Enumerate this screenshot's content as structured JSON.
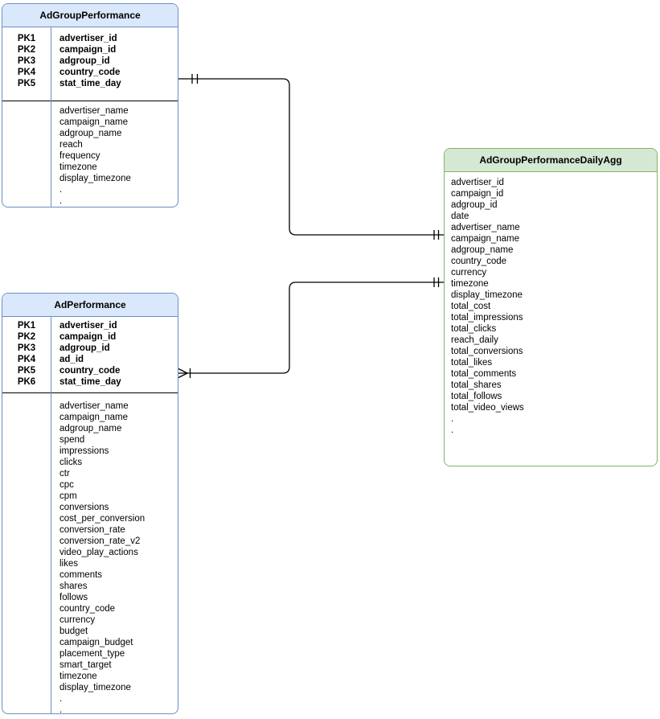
{
  "diagram": {
    "type": "entity-relationship",
    "connector_color": "#000000",
    "tables": [
      {
        "title": "AdGroupPerformance",
        "colors": {
          "border": "#6c8ebf",
          "header_fill": "#dae8fc"
        },
        "primary_keys": [
          {
            "key": "PK1",
            "name": "advertiser_id"
          },
          {
            "key": "PK2",
            "name": "campaign_id"
          },
          {
            "key": "PK3",
            "name": "adgroup_id"
          },
          {
            "key": "PK4",
            "name": "country_code"
          },
          {
            "key": "PK5",
            "name": "stat_time_day"
          }
        ],
        "fields": [
          "advertiser_name",
          "campaign_name",
          "adgroup_name",
          "reach",
          "frequency",
          "timezone",
          "display_timezone",
          ".",
          "."
        ]
      },
      {
        "title": "AdPerformance",
        "colors": {
          "border": "#6c8ebf",
          "header_fill": "#dae8fc"
        },
        "primary_keys": [
          {
            "key": "PK1",
            "name": "advertiser_id"
          },
          {
            "key": "PK2",
            "name": "campaign_id"
          },
          {
            "key": "PK3",
            "name": "adgroup_id"
          },
          {
            "key": "PK4",
            "name": "ad_id"
          },
          {
            "key": "PK5",
            "name": "country_code"
          },
          {
            "key": "PK6",
            "name": "stat_time_day"
          }
        ],
        "fields": [
          "advertiser_name",
          "campaign_name",
          "adgroup_name",
          "spend",
          "impressions",
          "clicks",
          "ctr",
          "cpc",
          "cpm",
          "conversions",
          "cost_per_conversion",
          "conversion_rate",
          "conversion_rate_v2",
          "video_play_actions",
          "likes",
          "comments",
          "shares",
          "follows",
          "country_code",
          "currency",
          "budget",
          "campaign_budget",
          "placement_type",
          "smart_target",
          "timezone",
          "display_timezone",
          ".",
          "."
        ]
      },
      {
        "title": "AdGroupPerformanceDailyAgg",
        "colors": {
          "border": "#82b366",
          "header_fill": "#d5e8d4"
        },
        "primary_keys": [],
        "fields": [
          "advertiser_id",
          "campaign_id",
          "adgroup_id",
          "date",
          "advertiser_name",
          "campaign_name",
          "adgroup_name",
          "country_code",
          "currency",
          "timezone",
          "display_timezone",
          "total_cost",
          "total_impressions",
          "total_clicks",
          "reach_daily",
          "total_conversions",
          "total_likes",
          "total_comments",
          "total_shares",
          "total_follows",
          "total_video_views",
          ".",
          "."
        ]
      }
    ],
    "relationships": [
      {
        "from": "AdGroupPerformance",
        "to": "AdGroupPerformanceDailyAgg",
        "from_cardinality": "one and only one",
        "to_cardinality": "one and only one"
      },
      {
        "from": "AdPerformance",
        "to": "AdGroupPerformanceDailyAgg",
        "from_cardinality": "many",
        "to_cardinality": "one and only one"
      }
    ]
  }
}
